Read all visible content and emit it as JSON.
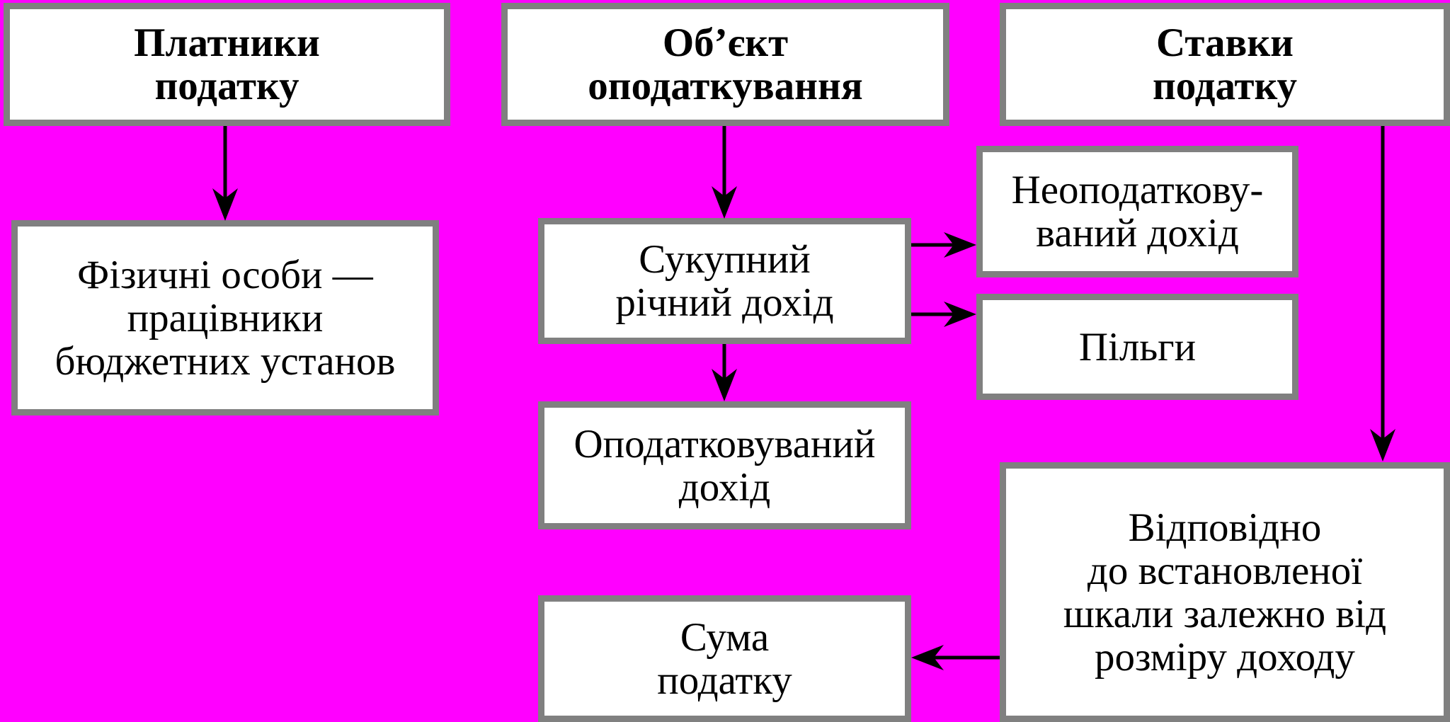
{
  "header": {
    "payers": "Платники\nподатку",
    "object": "Об’єкт\nоподаткування",
    "rates": "Ставки\nподатку"
  },
  "boxes": {
    "individuals": "Фізичні особи —\nпрацівники\nбюджетних установ",
    "total_income": "Сукупний\nрічний дохід",
    "non_taxable": "Неоподаткову-\nваний дохід",
    "benefits": "Пільги",
    "taxable_income": "Оподатковуваний\nдохід",
    "scale": "Відповідно\nдо встановленої\nшкали залежно від\nрозміру доходу",
    "tax_amount": "Сума\nподатку"
  },
  "colors": {
    "background": "#ff00ff",
    "box_fill": "#ffffff",
    "box_border": "#808080",
    "arrow": "#000000"
  }
}
